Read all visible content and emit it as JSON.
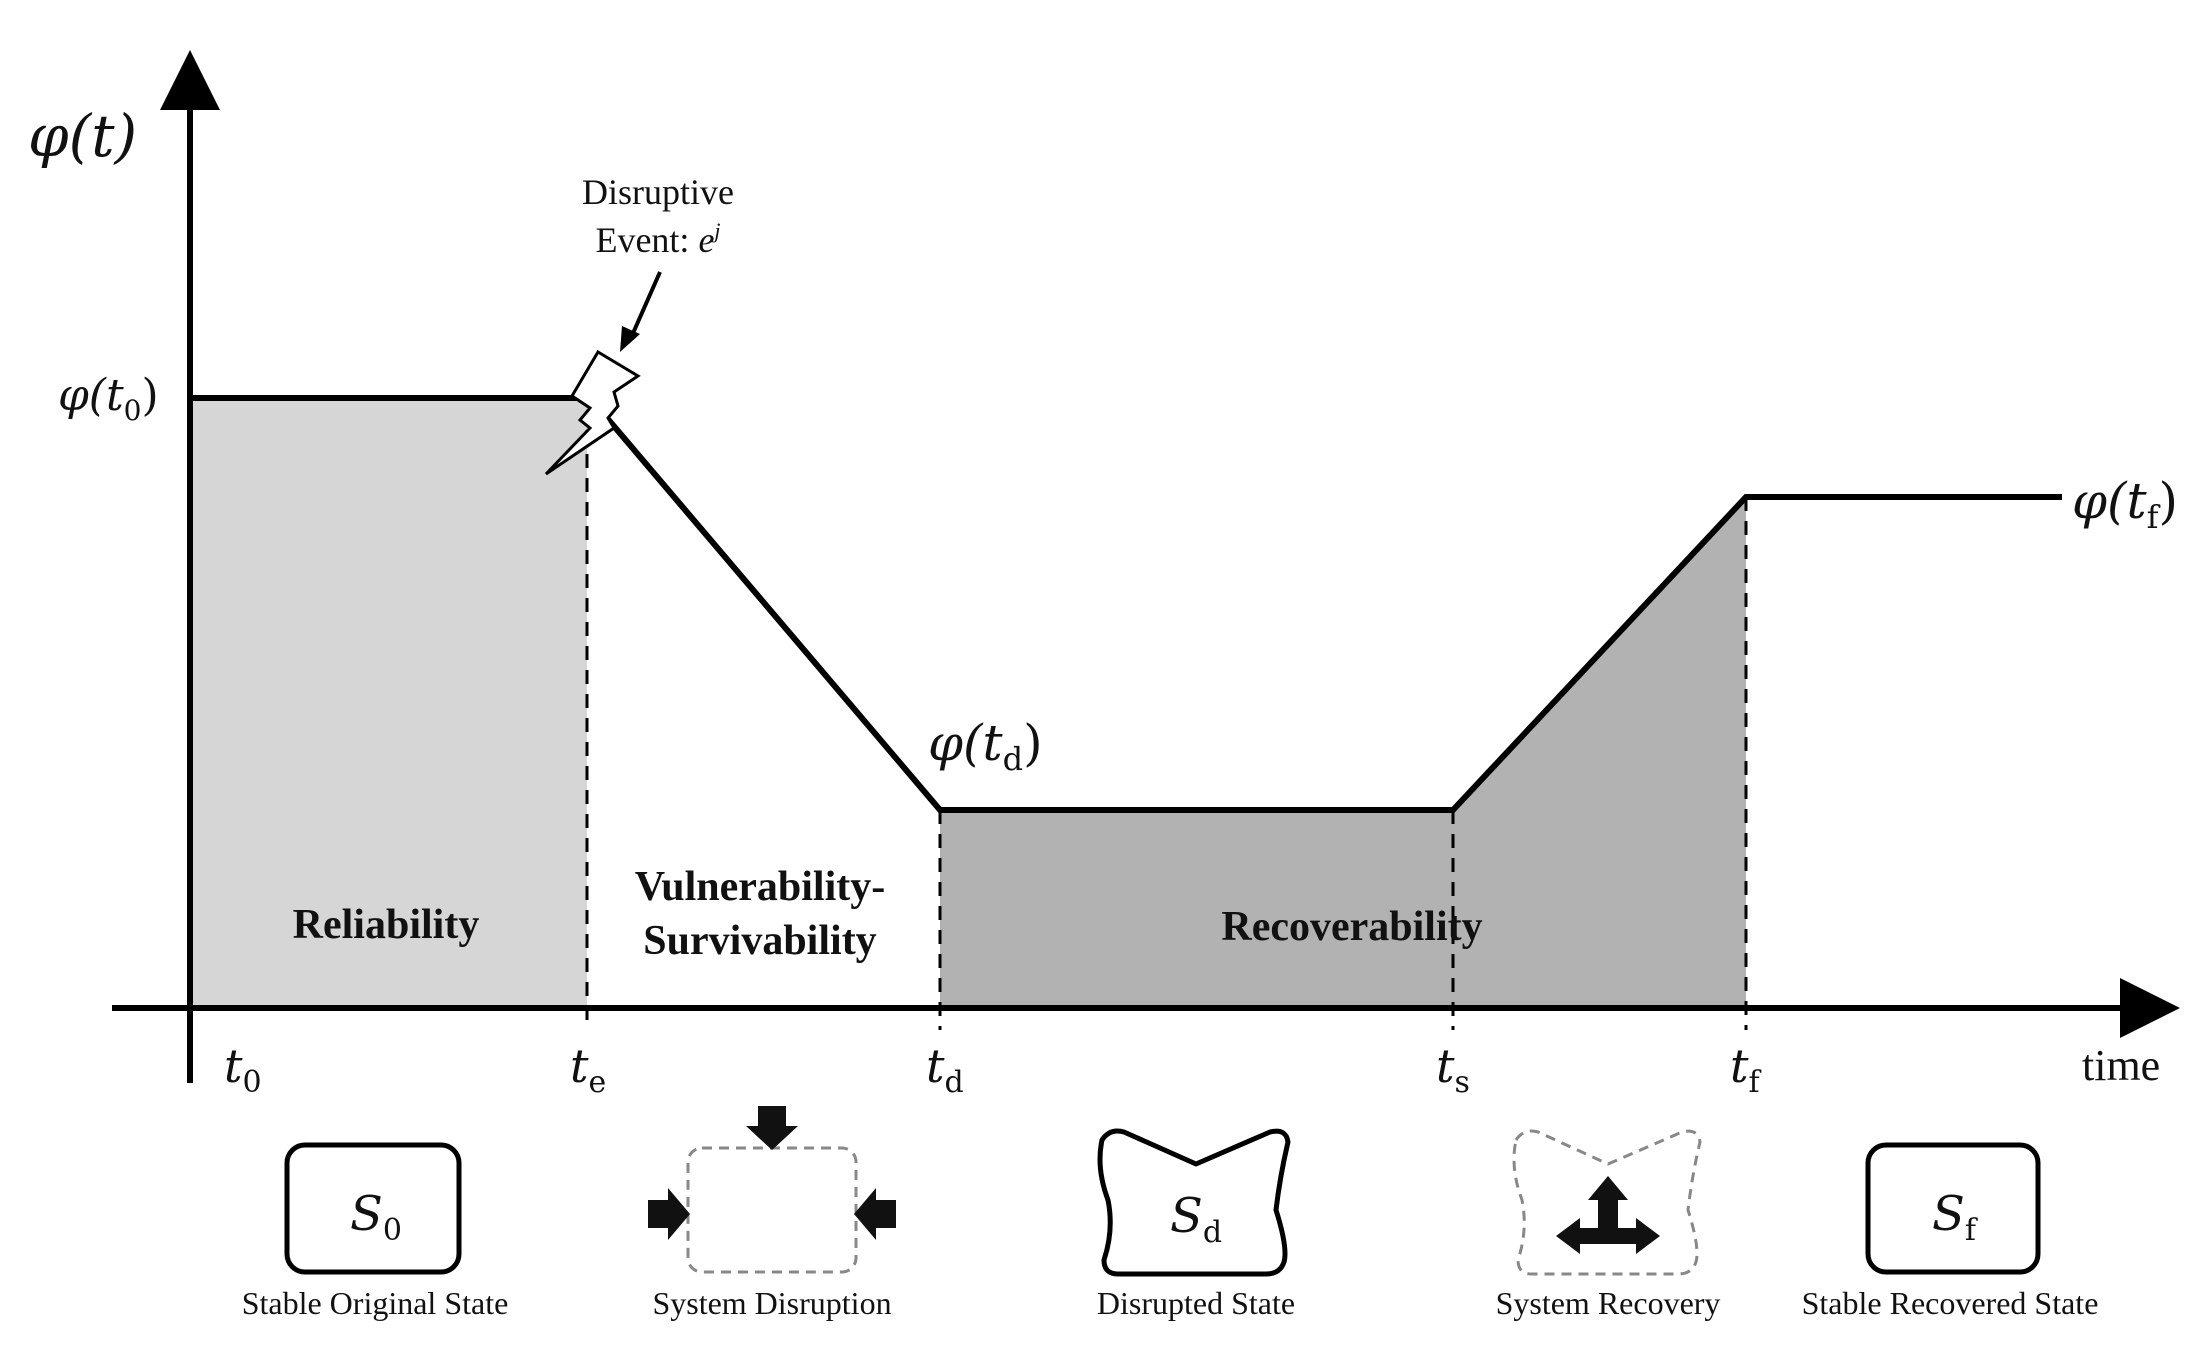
{
  "diagram": {
    "y_axis_label": "φ(t)",
    "x_axis_label": "time",
    "event": {
      "line1": "Disruptive",
      "line2": "Event: ",
      "symbol": "e",
      "superscript": "j"
    },
    "levels": [
      {
        "id": "t0",
        "func": "φ(t",
        "sub": "0",
        "close": ")"
      },
      {
        "id": "td",
        "func": "φ(t",
        "sub": "d",
        "close": ")"
      },
      {
        "id": "tf",
        "func": "φ(t",
        "sub": "f",
        "close": ")"
      }
    ],
    "time_ticks": [
      {
        "base": "t",
        "sub": "0"
      },
      {
        "base": "t",
        "sub": "e"
      },
      {
        "base": "t",
        "sub": "d"
      },
      {
        "base": "t",
        "sub": "s"
      },
      {
        "base": "t",
        "sub": "f"
      }
    ],
    "regions": {
      "reliability": "Reliability",
      "vulnerability_line1": "Vulnerability-",
      "vulnerability_line2": "Survivability",
      "recoverability": "Recoverability"
    },
    "states": [
      {
        "symbol": "S",
        "sub": "0",
        "caption": "Stable Original State"
      },
      {
        "symbol": "",
        "sub": "",
        "caption": "System Disruption"
      },
      {
        "symbol": "S",
        "sub": "d",
        "caption": "Disrupted State"
      },
      {
        "symbol": "",
        "sub": "",
        "caption": "System Recovery"
      },
      {
        "symbol": "S",
        "sub": "f",
        "caption": "Stable  Recovered State"
      }
    ],
    "colors": {
      "reliability_fill": "#d6d6d6",
      "recoverability_fill": "#b2b2b2",
      "line": "#000000"
    }
  }
}
